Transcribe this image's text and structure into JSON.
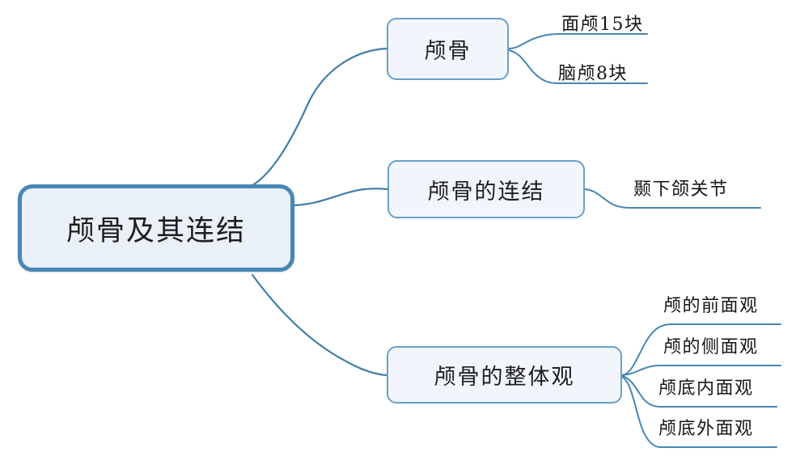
{
  "diagram": {
    "type": "mind-map",
    "orientation": "left-to-right",
    "background_color": "#ffffff",
    "accent_color": "#4a87b4",
    "branch_border_color": "#6aa0c8",
    "node_fill_color": "#eef3fa",
    "text_color": "#161616",
    "root": {
      "label": "颅骨及其连结"
    },
    "branches": [
      {
        "label": "颅骨",
        "children": [
          {
            "label": "面颅15块"
          },
          {
            "label": "脑颅8块"
          }
        ]
      },
      {
        "label": "颅骨的连结",
        "children": [
          {
            "label": "颞下颌关节"
          }
        ]
      },
      {
        "label": "颅骨的整体观",
        "children": [
          {
            "label": "颅的前面观"
          },
          {
            "label": "颅的侧面观"
          },
          {
            "label": "颅底内面观"
          },
          {
            "label": "颅底外面观"
          }
        ]
      }
    ]
  }
}
